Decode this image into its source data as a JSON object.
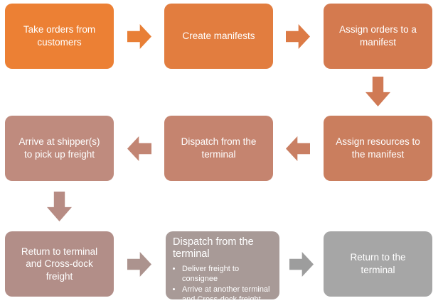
{
  "diagram": {
    "background": "#ffffff",
    "text_color": "#ffffff",
    "nodes": [
      {
        "id": "take-orders",
        "label": "Take orders from customers",
        "color": "#EC8034"
      },
      {
        "id": "create-manifests",
        "label": "Create manifests",
        "color": "#E27D3F"
      },
      {
        "id": "assign-orders",
        "label": "Assign orders to a manifest",
        "color": "#D47A4F"
      },
      {
        "id": "assign-resources",
        "label": "Assign resources to the manifest",
        "color": "#CA7E5E"
      },
      {
        "id": "dispatch-terminal",
        "label": "Dispatch from the terminal",
        "color": "#C5846F"
      },
      {
        "id": "arrive-shippers",
        "label": "Arrive at shipper(s) to pick up freight",
        "color": "#BF8B7E"
      },
      {
        "id": "return-crossdock",
        "label": "Return to terminal and Cross-dock freight",
        "color": "#B28E88"
      },
      {
        "id": "dispatch-terminal-2",
        "title": "Dispatch from the terminal",
        "bullets": [
          "Deliver freight to consignee",
          "Arrive at another terminal and Cross-dock freight"
        ],
        "color": "#A89A97"
      },
      {
        "id": "return-terminal",
        "label": "Return to the terminal",
        "color": "#A6A6A6"
      }
    ],
    "arrows": [
      {
        "id": "arrow-1-2",
        "direction": "right",
        "color": "#E87F36"
      },
      {
        "id": "arrow-2-3",
        "direction": "right",
        "color": "#DC7B46"
      },
      {
        "id": "arrow-3-4",
        "direction": "down",
        "color": "#D07A55"
      },
      {
        "id": "arrow-4-5",
        "direction": "left",
        "color": "#C97F63"
      },
      {
        "id": "arrow-5-6",
        "direction": "left",
        "color": "#C28573"
      },
      {
        "id": "arrow-6-7",
        "direction": "down",
        "color": "#B78C84"
      },
      {
        "id": "arrow-7-8",
        "direction": "right",
        "color": "#AC938E"
      },
      {
        "id": "arrow-8-9",
        "direction": "right",
        "color": "#9D9D9D"
      }
    ]
  }
}
